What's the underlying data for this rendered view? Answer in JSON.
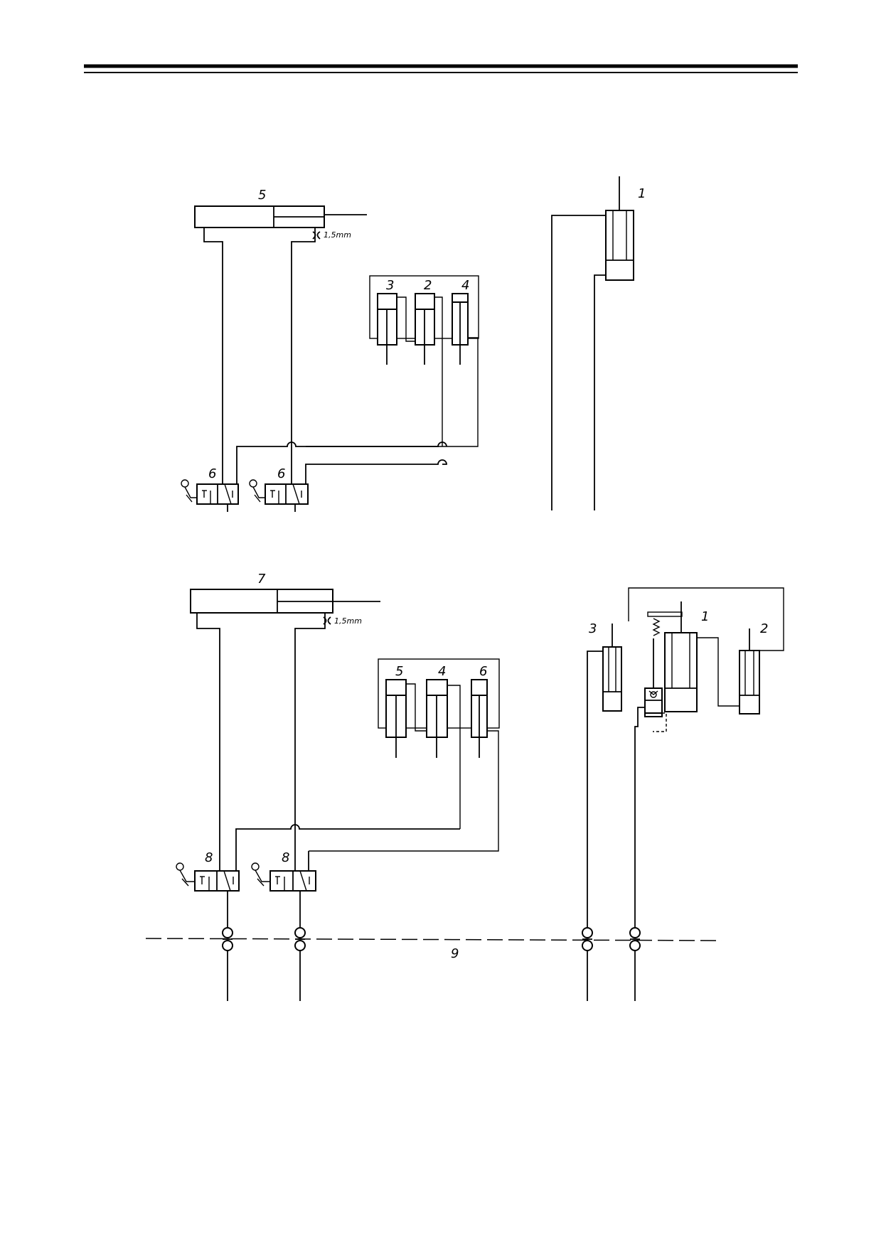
{
  "figure": {
    "top": {
      "main_cylinder_label": "5",
      "choke_label": "1,5mm",
      "small_cylinder_labels": [
        "3",
        "2",
        "4"
      ],
      "valve_labels": [
        "6",
        "6"
      ],
      "right_cylinder_label": "1"
    },
    "bottom": {
      "main_cylinder_label": "7",
      "choke_label": "1,5mm",
      "small_cylinder_labels": [
        "5",
        "4",
        "6"
      ],
      "valve_labels": [
        "8",
        "8"
      ],
      "right_labels": [
        "3",
        "1",
        "2"
      ],
      "coupling_line_label": "9"
    }
  }
}
